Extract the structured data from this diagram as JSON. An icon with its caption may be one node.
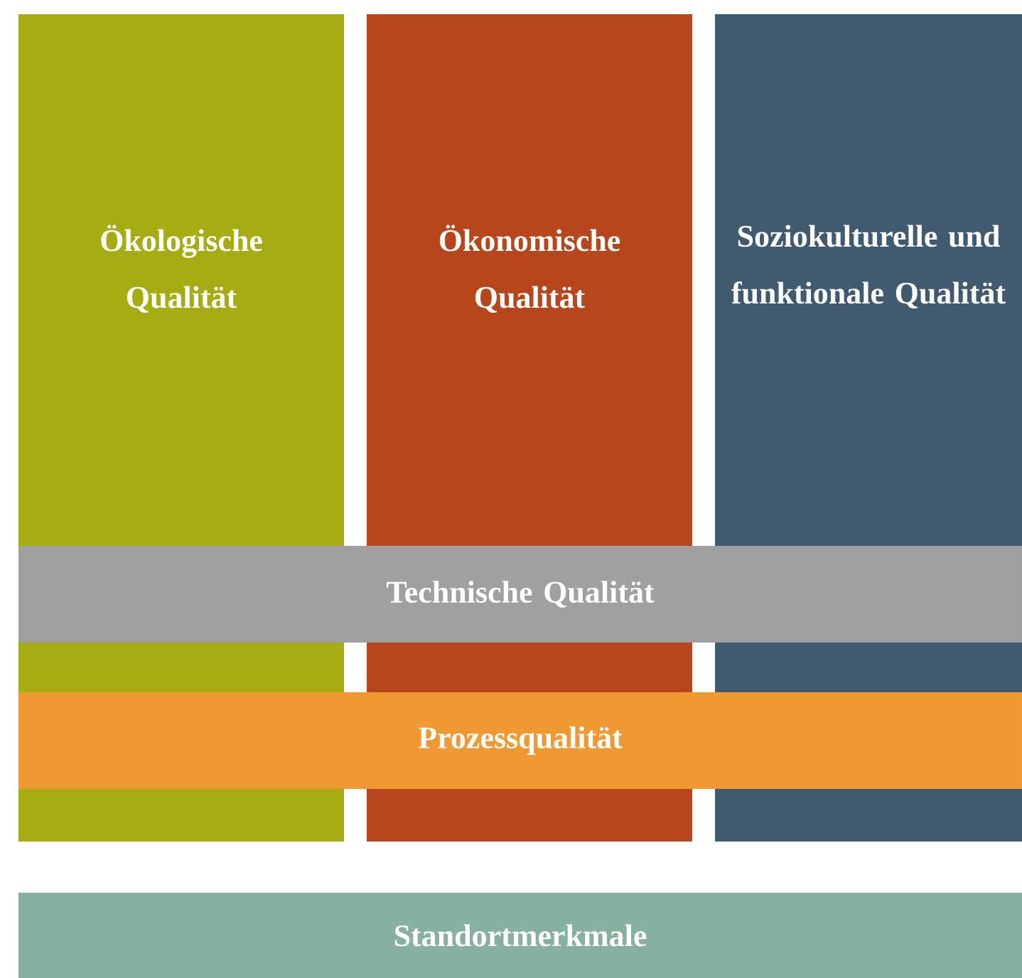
{
  "diagram": {
    "nodes": [
      {
        "text": [
          "Ökologische Qualität"
        ]
      },
      {
        "text": [
          "Ökonomische Qualität"
        ]
      },
      {
        "text": [
          "Soziokulturelle und funktionale Qualität"
        ]
      },
      {
        "text": [
          "Technische Qualität"
        ]
      },
      {
        "text": [
          "Prozessqualität"
        ]
      },
      {
        "text": [
          "Standortmerkmale"
        ]
      }
    ]
  }
}
